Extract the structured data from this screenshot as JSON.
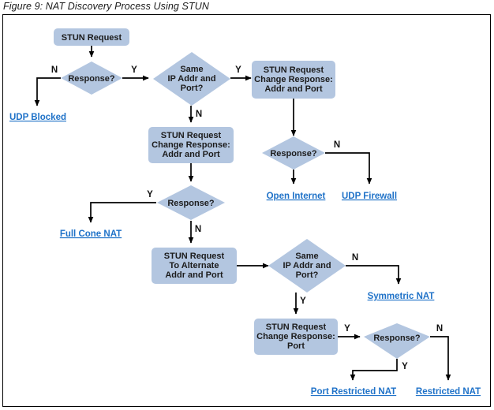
{
  "figure": {
    "caption": "Figure 9: NAT Discovery Process Using STUN",
    "colors": {
      "node_fill": "#b3c6e0",
      "link_blue": "#1f72c8",
      "edge_black": "#000000",
      "frame_border": "#000000",
      "background": "#ffffff"
    }
  },
  "nodes": {
    "stun_request": {
      "label": "STUN Request",
      "type": "process"
    },
    "response_1": {
      "label": "Response?",
      "type": "decision"
    },
    "same_ip_port_1": {
      "line1": "Same",
      "line2": "IP Addr and",
      "line3": "Port?",
      "type": "decision"
    },
    "change_resp_addr_port_top": {
      "line1": "STUN Request",
      "line2": "Change Response:",
      "line3": "Addr and Port",
      "type": "process"
    },
    "response_2": {
      "label": "Response?",
      "type": "decision"
    },
    "change_resp_addr_port_mid": {
      "line1": "STUN Request",
      "line2": "Change Response:",
      "line3": "Addr and Port",
      "type": "process"
    },
    "response_3": {
      "label": "Response?",
      "type": "decision"
    },
    "alternate_addr_port": {
      "line1": "STUN Request",
      "line2": "To Alternate",
      "line3": "Addr and Port",
      "type": "process"
    },
    "same_ip_port_2": {
      "line1": "Same",
      "line2": "IP Addr and",
      "line3": "Port?",
      "type": "decision"
    },
    "change_resp_port": {
      "line1": "STUN Request",
      "line2": "Change Response:",
      "line3": "Port",
      "type": "process"
    },
    "response_4": {
      "label": "Response?",
      "type": "decision"
    }
  },
  "terminals": {
    "udp_blocked": "UDP Blocked",
    "open_internet": "Open Internet",
    "udp_firewall": "UDP Firewall",
    "full_cone_nat": "Full Cone NAT",
    "symmetric_nat": "Symmetric NAT",
    "port_restricted_nat": "Port Restricted NAT",
    "restricted_nat": "Restricted NAT"
  },
  "branches": {
    "resp1_no": "N",
    "resp1_yes": "Y",
    "same1_yes": "Y",
    "same1_no": "N",
    "resp2_no": "N",
    "resp3_yes": "Y",
    "resp3_no": "N",
    "same2_no": "N",
    "same2_yes": "Y",
    "resp4_yes_in": "Y",
    "resp4_no": "N",
    "resp4_yes": "Y"
  }
}
